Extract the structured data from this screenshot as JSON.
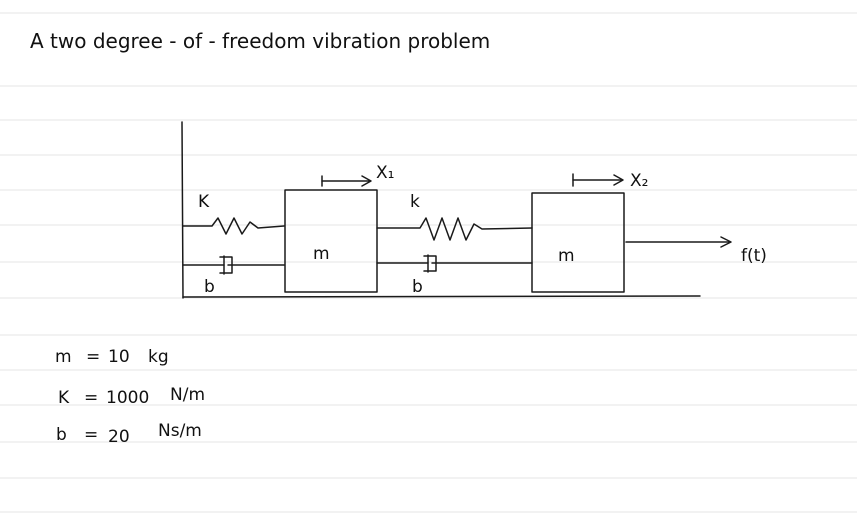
{
  "title": "A two degree - of - freedom vibration problem",
  "diagram": {
    "spring1_label": "K",
    "damper1_label": "b",
    "mass1_label": "m",
    "disp1_label": "X₁",
    "spring2_label": "k",
    "damper2_label": "b",
    "mass2_label": "m",
    "disp2_label": "X₂",
    "force_label": "f(t)"
  },
  "parameters": [
    {
      "symbol": "m",
      "eq": "=",
      "value": "10",
      "unit": "kg"
    },
    {
      "symbol": "K",
      "eq": "=",
      "value": "1000",
      "unit": "N/m"
    },
    {
      "symbol": "b",
      "eq": "=",
      "value": "20",
      "unit": "Ns/m"
    }
  ]
}
